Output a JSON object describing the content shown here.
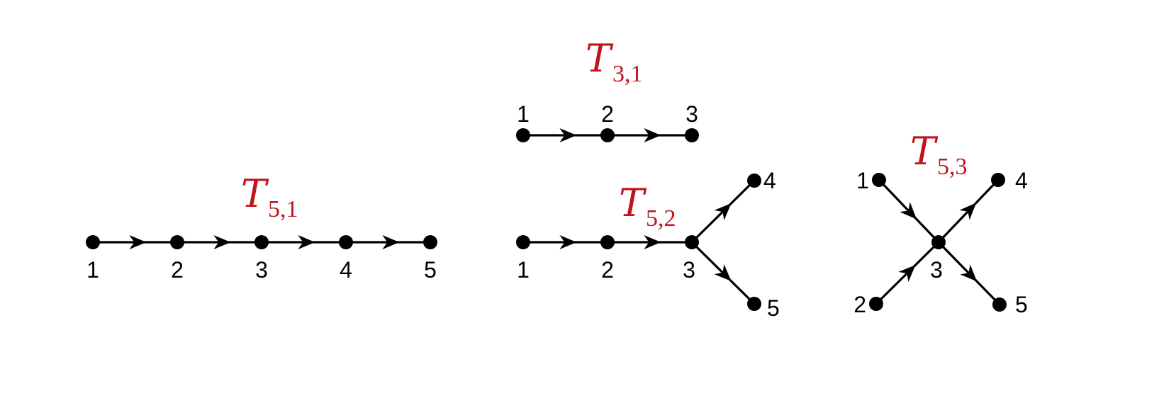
{
  "diagrams": [
    {
      "title": {
        "symbol": "T",
        "sub": "5,1"
      },
      "nodes": [
        {
          "id": "a1",
          "label": "1"
        },
        {
          "id": "a2",
          "label": "2"
        },
        {
          "id": "a3",
          "label": "3"
        },
        {
          "id": "a4",
          "label": "4"
        },
        {
          "id": "a5",
          "label": "5"
        }
      ],
      "edges": [
        [
          "a1",
          "a2"
        ],
        [
          "a2",
          "a3"
        ],
        [
          "a3",
          "a4"
        ],
        [
          "a4",
          "a5"
        ]
      ]
    },
    {
      "title": {
        "symbol": "T",
        "sub": "3,1"
      },
      "nodes": [
        {
          "id": "b1",
          "label": "1"
        },
        {
          "id": "b2",
          "label": "2"
        },
        {
          "id": "b3",
          "label": "3"
        }
      ],
      "edges": [
        [
          "b1",
          "b2"
        ],
        [
          "b2",
          "b3"
        ]
      ]
    },
    {
      "title": {
        "symbol": "T",
        "sub": "5,2"
      },
      "nodes": [
        {
          "id": "c1",
          "label": "1"
        },
        {
          "id": "c2",
          "label": "2"
        },
        {
          "id": "c3",
          "label": "3"
        },
        {
          "id": "c4",
          "label": "4"
        },
        {
          "id": "c5",
          "label": "5"
        }
      ],
      "edges": [
        [
          "c1",
          "c2"
        ],
        [
          "c2",
          "c3"
        ],
        [
          "c3",
          "c4"
        ],
        [
          "c3",
          "c5"
        ]
      ]
    },
    {
      "title": {
        "symbol": "T",
        "sub": "5,3"
      },
      "nodes": [
        {
          "id": "d1",
          "label": "1"
        },
        {
          "id": "d2",
          "label": "2"
        },
        {
          "id": "d3",
          "label": "3"
        },
        {
          "id": "d4",
          "label": "4"
        },
        {
          "id": "d5",
          "label": "5"
        }
      ],
      "edges": [
        [
          "d1",
          "d3"
        ],
        [
          "d2",
          "d3"
        ],
        [
          "d3",
          "d4"
        ],
        [
          "d3",
          "d5"
        ]
      ]
    }
  ],
  "colors": {
    "title": "#c0141c",
    "edge": "#000000",
    "node": "#000000"
  }
}
